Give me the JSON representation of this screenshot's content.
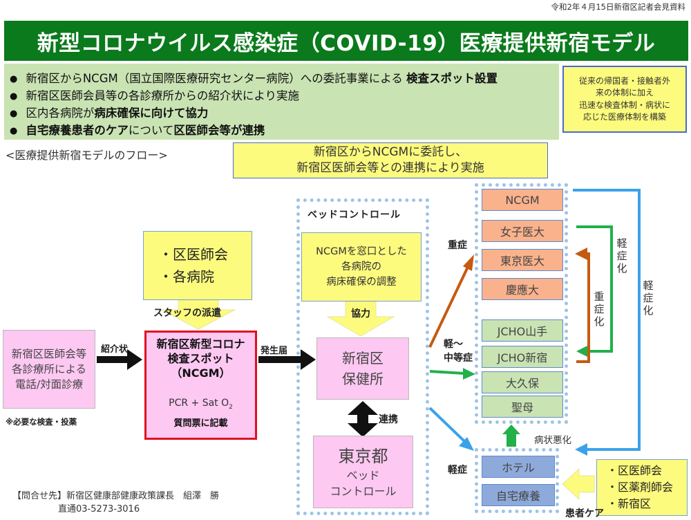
{
  "top_note": "令和2年４月15日新宿区記者会見資料",
  "title": "新型コロナウイルス感染症（COVID-19）医療提供新宿モデル",
  "bullets": [
    {
      "pre": "新宿区からNCGM（国立国際医療研究センター病院）への委託事業による ",
      "bold": "検査スポット設置",
      "post": ""
    },
    {
      "pre": "新宿区医師会員等の各診療所からの紹介状により実施",
      "bold": "",
      "post": ""
    },
    {
      "pre": "区内各病院が",
      "bold": "病床確保に向けて協力",
      "post": ""
    },
    {
      "pre": "",
      "bold": "自宅療養患者のケア",
      "post": "について",
      "bold2": "区医師会等が連携"
    }
  ],
  "side_note": [
    "従来の帰国者・接触者外",
    "来の体制に加え",
    "迅速な検査体制・病状に",
    "応じた医療体制を構築"
  ],
  "flow_caption": "<医療提供新宿モデルのフロー>",
  "flow_banner": [
    "新宿区からNCGMに委託し、",
    "新宿区医師会等との連携により実施"
  ],
  "bed_control_label": "ベッドコントロール",
  "doctor_box": [
    "・区医師会",
    "・各病院"
  ],
  "staff_label": "スタッフの派遣",
  "ncgm_window": [
    "NCGMを窓口とした",
    "各病院の",
    "病床確保の調整"
  ],
  "coop_label": "協力",
  "clinic_box": [
    "新宿区医師会等",
    "各診療所による",
    "電話/対面診療"
  ],
  "clinic_note": "※必要な検査・投薬",
  "referral_label": "紹介状",
  "spot": {
    "title": [
      "新宿区新型コロナ",
      "検査スポット",
      "（NCGM）"
    ],
    "pcr": "PCR + Sat O",
    "pcr_sub": "2",
    "form": "質問票に記載"
  },
  "notify_label": "発生届",
  "health_center": [
    "新宿区",
    "保健所"
  ],
  "link_label": "連携",
  "tokyo_box": {
    "main": "東京都",
    "sub1": "ベッド",
    "sub2": "コントロール"
  },
  "severe_hospitals": [
    "NCGM",
    "女子医大",
    "東京医大",
    "慶應大"
  ],
  "mid_hospitals": [
    "JCHO山手",
    "JCHO新宿",
    "大久保",
    "聖母"
  ],
  "mild_facilities": [
    "ホテル",
    "自宅療養"
  ],
  "label_severe": "重症",
  "label_moderate": [
    "軽～",
    "中等症"
  ],
  "label_mild": "軽症",
  "label_to_mild": [
    "軽",
    "症",
    "化"
  ],
  "label_to_severe": [
    "重",
    "症",
    "化"
  ],
  "label_to_mild_outer": [
    "軽",
    "症",
    "化"
  ],
  "worsen_label": "病状悪化",
  "care_box": [
    "・区医師会",
    "・区薬剤師会",
    "・新宿区"
  ],
  "care_label": "患者ケア",
  "contact": {
    "line1": "【問合せ先】新宿区健康部健康政策課長　組澤　勝",
    "line2": "直通03-5273-3016"
  },
  "colors": {
    "title_bg": "#0b7a1c",
    "panel_green": "#c9e3b3",
    "yellow": "#fdfb7d",
    "pink": "#fdc8f2",
    "spot_border": "#e01020",
    "orange": "#f9b28c",
    "blue": "#8eaadb",
    "dashed": "#9dc3e6",
    "arrow_green": "#22b04b",
    "arrow_blue": "#3aa2ea",
    "arrow_orange": "#c55a11"
  }
}
